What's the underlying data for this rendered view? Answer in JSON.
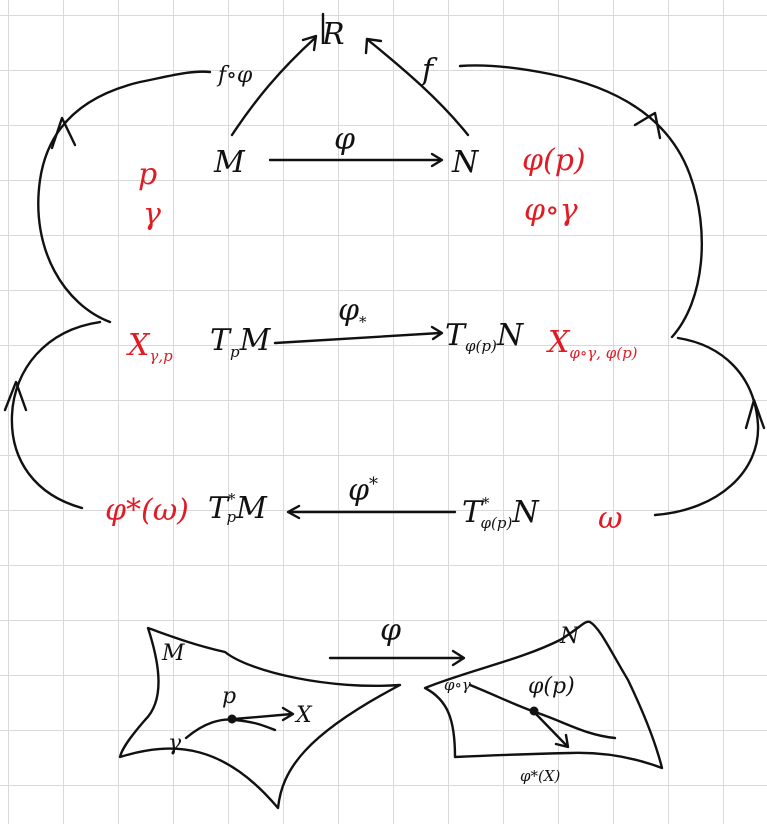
{
  "colors": {
    "ink": "#111111",
    "accent": "#e01b24"
  },
  "diagram": {
    "R": "R",
    "f_compose": "f∘φ",
    "f": "f",
    "M": "M",
    "phi": "φ",
    "N": "N",
    "p": "p",
    "gamma": "γ",
    "phi_p": "φ(p)",
    "phi_gamma": "φ∘γ",
    "X_gamma_p": {
      "base": "X",
      "sub": "γ,p"
    },
    "TpM": {
      "base": "T",
      "sub": "p",
      "tail": "M"
    },
    "phi_star_lower": {
      "base": "φ",
      "sub": "*"
    },
    "TphiN": {
      "base": "T",
      "sub": "φ(p)",
      "tail": "N"
    },
    "X_phi_gamma": {
      "base": "X",
      "sub": "φ∘γ, φ(p)"
    },
    "phi_star_w": "φ*(ω)",
    "TpstarM": {
      "base": "T",
      "sup": "*",
      "sub": "p",
      "tail": "M"
    },
    "phi_star_upper": {
      "base": "φ",
      "sup": "*"
    },
    "TphistarN": {
      "base": "T",
      "sup": "*",
      "sub": "φ(p)",
      "tail": "N"
    },
    "omega": "ω"
  },
  "sketch": {
    "M": "M",
    "N": "N",
    "phi": "φ",
    "p": "p",
    "X": "X",
    "gamma": "γ",
    "phi_gamma": "φ∘γ",
    "phi_p": "φ(p)",
    "phi_star_X": "φ*(X)"
  }
}
